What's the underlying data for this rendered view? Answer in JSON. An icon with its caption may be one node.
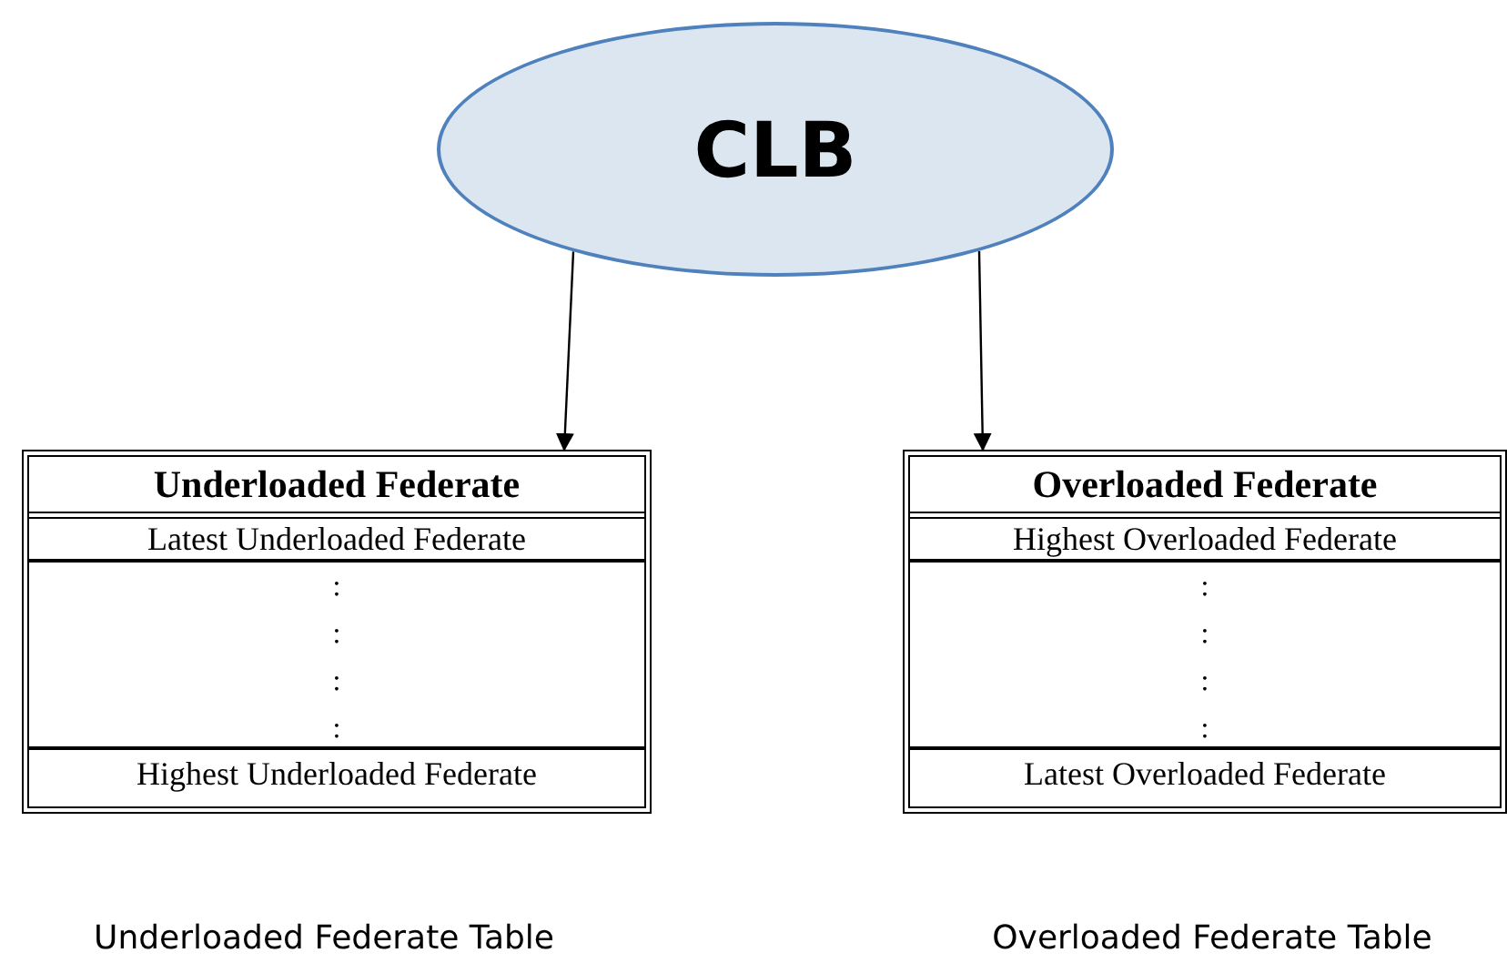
{
  "diagram": {
    "nodes": [
      {
        "text": [
          "CLB"
        ]
      },
      {
        "text": [
          "Underloaded Federate",
          "Latest Underloaded Federate",
          ":",
          ":",
          ":",
          ":",
          "Highest Underloaded Federate"
        ],
        "beside": [
          "Underloaded Federate Table"
        ]
      },
      {
        "text": [
          "Overloaded Federate",
          "Highest Overloaded Federate",
          ":",
          ":",
          ":",
          ":",
          "Latest Overloaded Federate"
        ],
        "beside": [
          "Overloaded Federate Table"
        ]
      }
    ],
    "edges": [
      {
        "from": 0,
        "to": 1,
        "arrow": "to"
      },
      {
        "from": 0,
        "to": 2,
        "arrow": "to"
      }
    ]
  }
}
